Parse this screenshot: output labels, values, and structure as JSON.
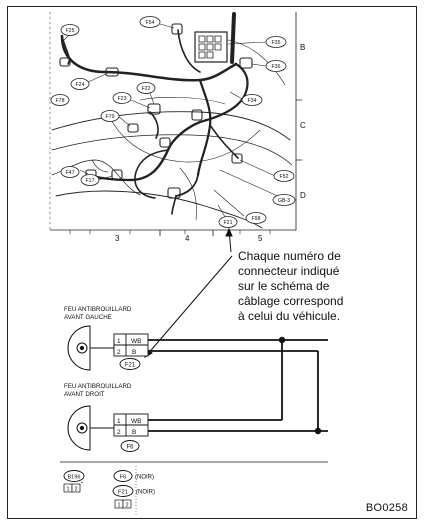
{
  "grid": {
    "rows": [
      "B",
      "C",
      "D"
    ],
    "cols": [
      "3",
      "4",
      "5"
    ]
  },
  "connectors": {
    "F25": "F25",
    "F54": "F54",
    "F35": "F35",
    "F36": "F36",
    "F24": "F24",
    "F78": "F78",
    "F22": "F22",
    "F23": "F23",
    "F34": "F34",
    "F79": "F79",
    "F52": "F52",
    "F47": "F47",
    "F17": "F17",
    "GB3": "GB-3",
    "F98": "F98",
    "F21": "F21"
  },
  "caption": {
    "line1": "Chaque numéro de",
    "line2": "connecteur indiqué",
    "line3": "sur le schéma de",
    "line4": "câblage correspond",
    "line5": "à celui du véhicule."
  },
  "lamp_left": {
    "title1": "FEU ANTIBROUILLARD",
    "title2": "AVANT GAUCHE",
    "pin1": "1",
    "pin2": "2",
    "wire1": "WB",
    "wire2": "B",
    "connector": "F21"
  },
  "lamp_right": {
    "title1": "FEU ANTIBROUILLARD",
    "title2": "AVANT DROIT",
    "pin1": "1",
    "pin2": "2",
    "wire1": "WB",
    "wire2": "B",
    "connector": "F6"
  },
  "legend": {
    "b196": "B196",
    "b196_pins": [
      "1",
      "2"
    ],
    "f6": "F6",
    "f6_note": "(NOIR)",
    "f21": "F21",
    "f21_note": "(NOIR)",
    "f21_pins": [
      "1",
      "2"
    ]
  },
  "figure_code": "BO0258"
}
